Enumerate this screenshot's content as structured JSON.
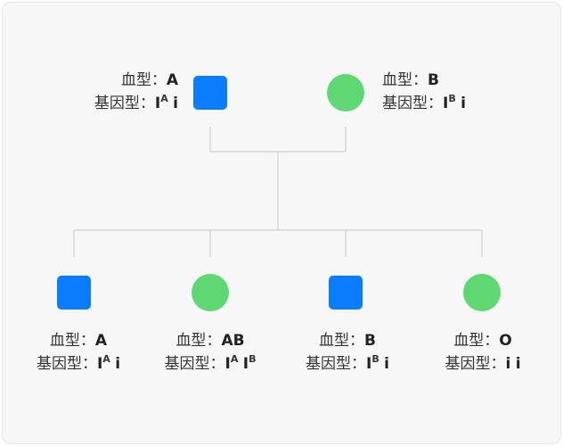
{
  "labels": {
    "blood_type": "血型：",
    "genotype": "基因型："
  },
  "colors": {
    "male": "#0a7cff",
    "female": "#5fd873",
    "line": "#d0d0d0"
  },
  "parents": [
    {
      "sex": "male",
      "blood_type": "A",
      "allele1": "I",
      "allele1_sup": "A",
      "allele2": "i",
      "allele2_sup": ""
    },
    {
      "sex": "female",
      "blood_type": "B",
      "allele1": "I",
      "allele1_sup": "B",
      "allele2": "i",
      "allele2_sup": ""
    }
  ],
  "children": [
    {
      "sex": "male",
      "blood_type": "A",
      "allele1": "I",
      "allele1_sup": "A",
      "allele2": "i",
      "allele2_sup": ""
    },
    {
      "sex": "female",
      "blood_type": "AB",
      "allele1": "I",
      "allele1_sup": "A",
      "allele2": "I",
      "allele2_sup": "B"
    },
    {
      "sex": "male",
      "blood_type": "B",
      "allele1": "I",
      "allele1_sup": "B",
      "allele2": "i",
      "allele2_sup": ""
    },
    {
      "sex": "female",
      "blood_type": "O",
      "allele1": "i",
      "allele1_sup": "",
      "allele2": "i",
      "allele2_sup": ""
    }
  ]
}
